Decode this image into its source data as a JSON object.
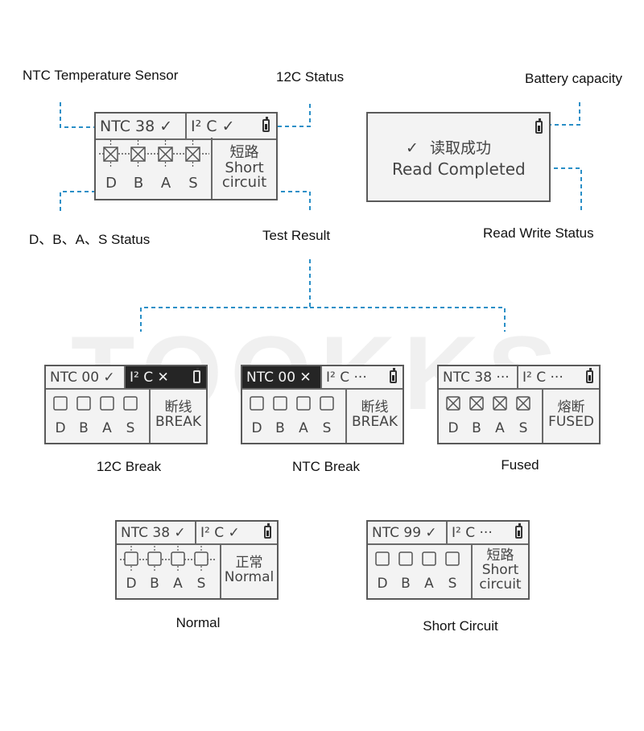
{
  "watermark": "TOOKKS",
  "labels": {
    "ntc_sensor": "NTC Temperature Sensor",
    "i2c_status": "12C Status",
    "battery_capacity": "Battery capacity",
    "dbas_status": "D、B、A、S Status",
    "test_result": "Test Result",
    "read_write_status": "Read Write Status"
  },
  "captions": {
    "i2c_break": "12C Break",
    "ntc_break": "NTC Break",
    "fused": "Fused",
    "normal": "Normal",
    "short_circuit": "Short Circuit"
  },
  "pins": [
    "D",
    "B",
    "A",
    "S"
  ],
  "main_panel": {
    "ntc": "NTC 38 ✓",
    "i2c": "I² C ✓",
    "result_cn": "短路",
    "result_en_1": "Short",
    "result_en_2": "circuit"
  },
  "read_panel": {
    "check": "✓",
    "status_cn": "读取成功",
    "status_en": "Read Completed"
  },
  "panel_i2c_break": {
    "ntc": "NTC 00 ✓",
    "i2c": "I² C ✕",
    "result_cn": "断线",
    "result_en": "BREAK"
  },
  "panel_ntc_break": {
    "ntc": "NTC 00 ✕",
    "i2c": "I² C ···",
    "result_cn": "断线",
    "result_en": "BREAK"
  },
  "panel_fused": {
    "ntc": "NTC 38 ···",
    "i2c": "I² C ···",
    "result_cn": "熔断",
    "result_en": "FUSED"
  },
  "panel_normal": {
    "ntc": "NTC 38 ✓",
    "i2c": "I² C ✓",
    "result_cn": "正常",
    "result_en": "Normal"
  },
  "panel_short": {
    "ntc": "NTC 99 ✓",
    "i2c": "I² C ···",
    "result_cn": "短路",
    "result_en_1": "Short",
    "result_en_2": "circuit"
  },
  "colors": {
    "dashed_line": "#2a8fc7",
    "panel_bg": "#f3f3f3",
    "panel_border": "#5a5a5a",
    "dark_cell": "#252525"
  }
}
